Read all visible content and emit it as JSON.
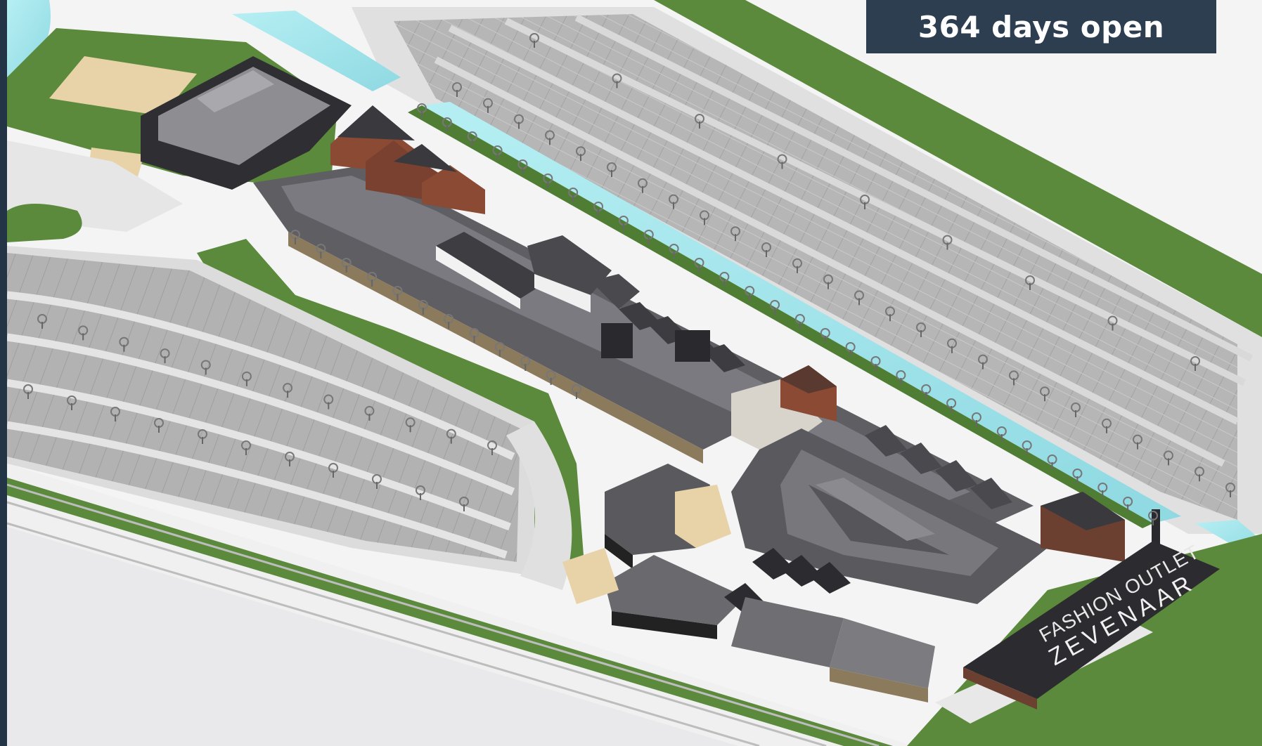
{
  "badge": {
    "text": "364 days open"
  },
  "map": {
    "sign_line1": "FASHION OUTLET",
    "sign_line2": "ZEVENAAR",
    "colors": {
      "grass": "#5c8a3c",
      "parking": "#b4b4b4",
      "road": "#e6e6e6",
      "canal": "#9fe0e8",
      "roof": "#5a5a5e",
      "roof_dark": "#2c2c30",
      "brick": "#8a4a34",
      "plaza": "#e8d3a8",
      "badge_bg": "#2c3e50"
    }
  }
}
